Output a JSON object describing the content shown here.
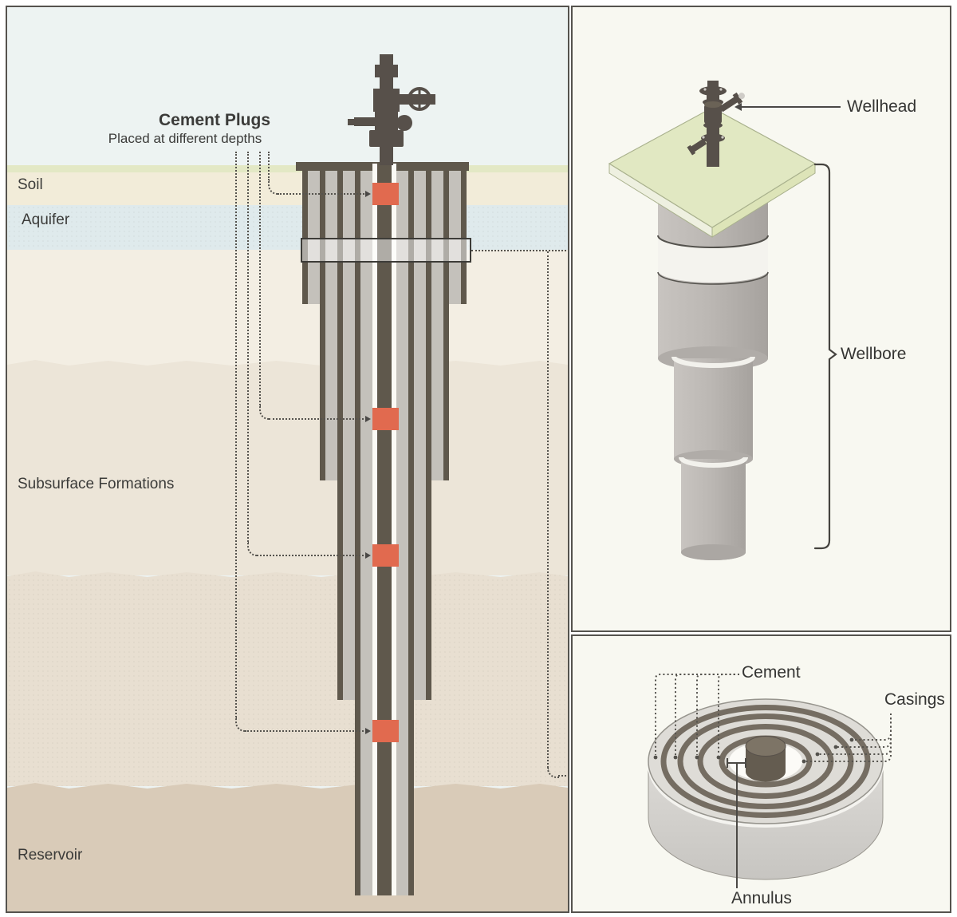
{
  "left_panel": {
    "title": "Cement Plugs",
    "subtitle": "Placed at different depths",
    "labels": {
      "soil": "Soil",
      "aquifer": "Aquifer",
      "subsurface": "Subsurface Formations",
      "reservoir": "Reservoir"
    },
    "cement_plug_count": 4
  },
  "wellbore_panel": {
    "wellhead_label": "Wellhead",
    "wellbore_label": "Wellbore"
  },
  "cross_section_panel": {
    "cement_label": "Cement",
    "casings_label": "Casings",
    "annulus_label": "Annulus"
  },
  "colors": {
    "plug": "#e16a4f",
    "casing-dark": "#5f584c",
    "cement-gray": "#c4c1bb",
    "sky": "#edf3f2",
    "surface-green": "#e3e8c5",
    "soil": "#f2ecd9",
    "aquifer": "#dfeaec",
    "formation-1": "#f3eee3",
    "formation-2": "#ece5d8",
    "formation-3": "#e8dfd1",
    "reservoir": "#d9cbb8",
    "platform-green": "#e1e8c2",
    "panel-bg": "#f8f8f1",
    "line": "#55534e"
  }
}
